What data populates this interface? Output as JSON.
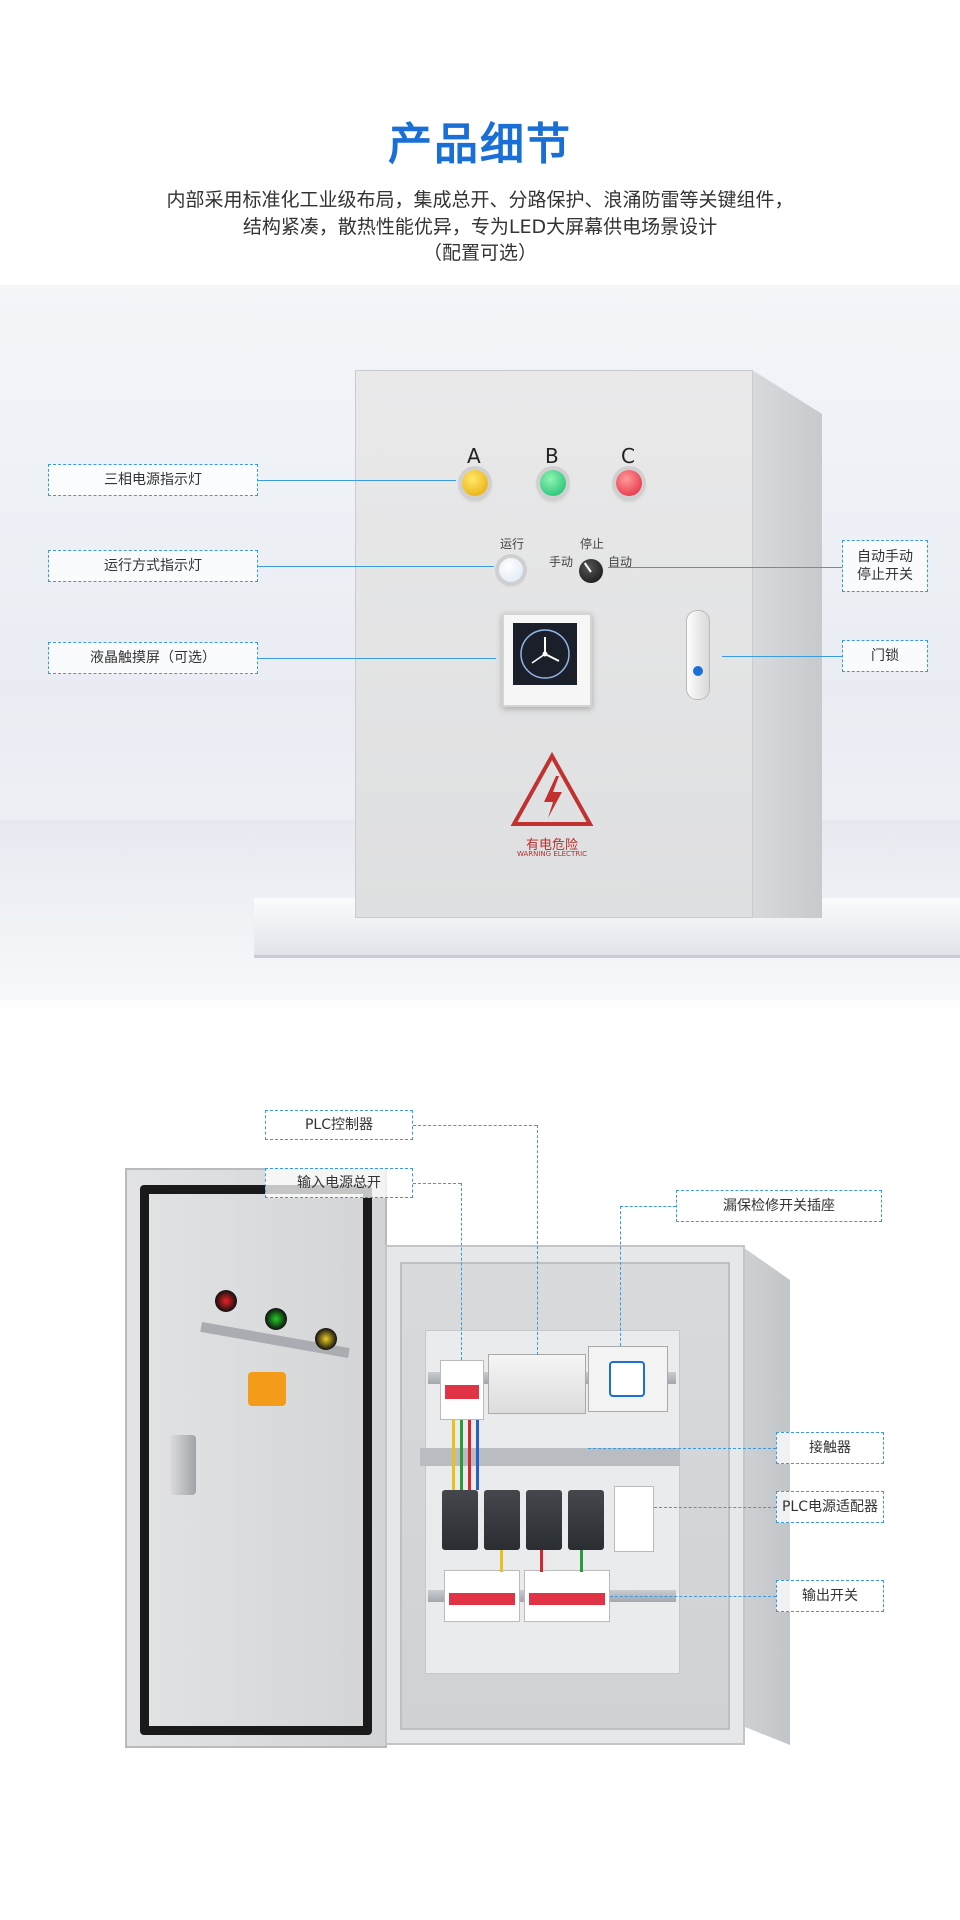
{
  "header": {
    "title": "产品细节",
    "subtitle_lines": [
      "内部采用标准化工业级布局，集成总开、分路保护、浪涌防雷等关键组件，",
      "结构紧凑，散热性能优异，专为LED大屏幕供电场景设计",
      "（配置可选）"
    ]
  },
  "cabinet_front": {
    "phase_labels": [
      "A",
      "B",
      "C"
    ],
    "run_label": "运行",
    "stop_label": "停止",
    "manual_label": "手动",
    "auto_label": "自动",
    "warning_cn": "有电危险",
    "warning_en": "WARNING ELECTRIC",
    "callouts": {
      "three_phase": "三相电源指示灯",
      "run_mode": "运行方式指示灯",
      "lcd": "液晶触摸屏（可选）",
      "auto_manual_line1": "自动手动",
      "auto_manual_line2": "停止开关",
      "door_lock": "门锁"
    },
    "colors": {
      "lamp_a": "#f2b400",
      "lamp_b": "#18c46e",
      "lamp_c": "#e0213a",
      "accent": "#1a6fd6",
      "callout_border": "#3a9be0"
    }
  },
  "cabinet_inside": {
    "callouts": {
      "plc": "PLC控制器",
      "main_switch": "输入电源总开",
      "leakage_socket": "漏保检修开关插座",
      "contactor": "接触器",
      "plc_adapter": "PLC电源适配器",
      "output_switch": "输出开关"
    }
  },
  "icons": [
    "warning-triangle-icon",
    "lightning-icon",
    "clock-icon"
  ]
}
